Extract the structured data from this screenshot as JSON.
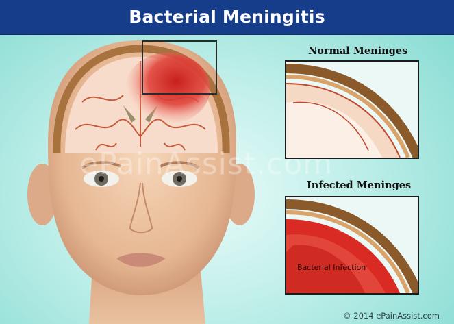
{
  "title": "Bacterial Meningitis",
  "panels": {
    "normal": {
      "label": "Normal Meninges"
    },
    "infected": {
      "label": "Infected Meninges",
      "infection_label": "Bacterial Infection"
    }
  },
  "watermark": "ePainAssist.com",
  "copyright": "© 2014 ePainAssist.com",
  "colors": {
    "title_bar": "#163d8a",
    "background": "#bdeee8",
    "skin": "#f0cba8",
    "skull": "#a8723f",
    "brain": "#f8dccb",
    "infection": "#d92a24"
  }
}
